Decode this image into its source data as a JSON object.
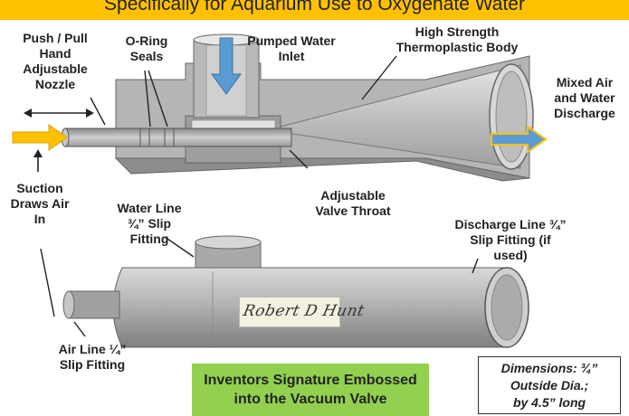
{
  "banner": {
    "text": "Specifically for Aquarium Use to Oxygenate Water"
  },
  "labels": {
    "push_pull_nozzle": "Push / Pull\nHand\nAdjustable\nNozzle",
    "o_ring_seals": "O-Ring\nSeals",
    "pumped_water_inlet": "Pumped Water\nInlet",
    "thermoplastic_body": "High Strength\nThermoplastic Body",
    "mixed_discharge": "Mixed Air\nand Water\nDischarge",
    "suction": "Suction\nDraws Air\nIn",
    "valve_throat": "Adjustable\nValve Throat",
    "water_line_fitting": "Water Line\n¾” Slip\nFitting",
    "discharge_line_fitting": "Discharge Line ¾”\nSlip Fitting (if\nused)",
    "air_line_fitting": "Air Line ¼”\nSlip Fitting"
  },
  "signature": {
    "text": "Robert D Hunt"
  },
  "callouts": {
    "emboss_note": "Inventors Signature Embossed\ninto the Vacuum Valve",
    "dimensions": "Dimensions: ¾”\nOutside Dia.;\nby 4.5” long"
  },
  "colors": {
    "banner": "#ffc000",
    "air_arrow": "#ffc000",
    "water_arrow": "#5b9bd5",
    "callout_green": "#92d050",
    "body_gray": "#a6a6a6"
  }
}
